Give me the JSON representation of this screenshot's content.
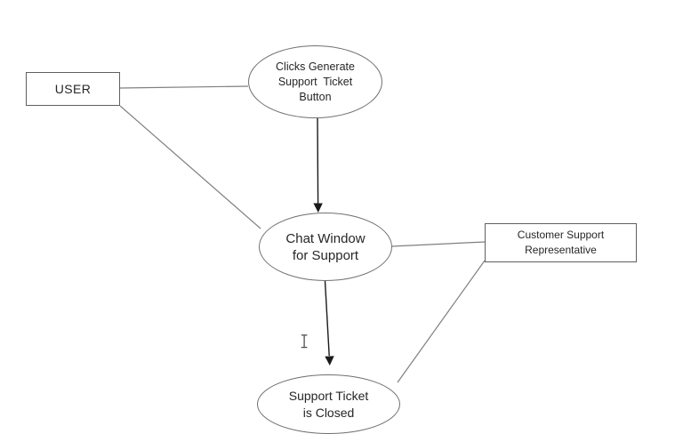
{
  "app": {
    "type": "flow-diagram",
    "background": "#ffffff"
  },
  "diagram": {
    "nodes": [
      {
        "id": "user",
        "shape": "rectangle",
        "label": "USER"
      },
      {
        "id": "clicks-generate-ticket",
        "shape": "ellipse",
        "label": "Clicks Generate\nSupport  Ticket\nButton"
      },
      {
        "id": "chat-window",
        "shape": "ellipse",
        "label": "Chat Window\nfor Support"
      },
      {
        "id": "customer-support-representative",
        "shape": "rectangle",
        "label": "Customer Support\nRepresentative"
      },
      {
        "id": "support-ticket-closed",
        "shape": "ellipse",
        "label": "Support Ticket\nis Closed"
      }
    ],
    "edges": [
      {
        "from": "user",
        "to": "clicks-generate-ticket",
        "style": "plain-line"
      },
      {
        "from": "user",
        "to": "chat-window",
        "style": "plain-line"
      },
      {
        "from": "clicks-generate-ticket",
        "to": "chat-window",
        "style": "arrow-down"
      },
      {
        "from": "chat-window",
        "to": "customer-support-representative",
        "style": "plain-line"
      },
      {
        "from": "chat-window",
        "to": "support-ticket-closed",
        "style": "arrow-down"
      },
      {
        "from": "customer-support-representative",
        "to": "support-ticket-closed",
        "style": "plain-line"
      }
    ],
    "colors": {
      "shape_stroke": "#707070",
      "connector_line": "#7f7f7f",
      "arrow": "#1a1a1a",
      "text": "#262626",
      "background": "#ffffff"
    },
    "cursor": {
      "type": "text-ibeam"
    }
  }
}
